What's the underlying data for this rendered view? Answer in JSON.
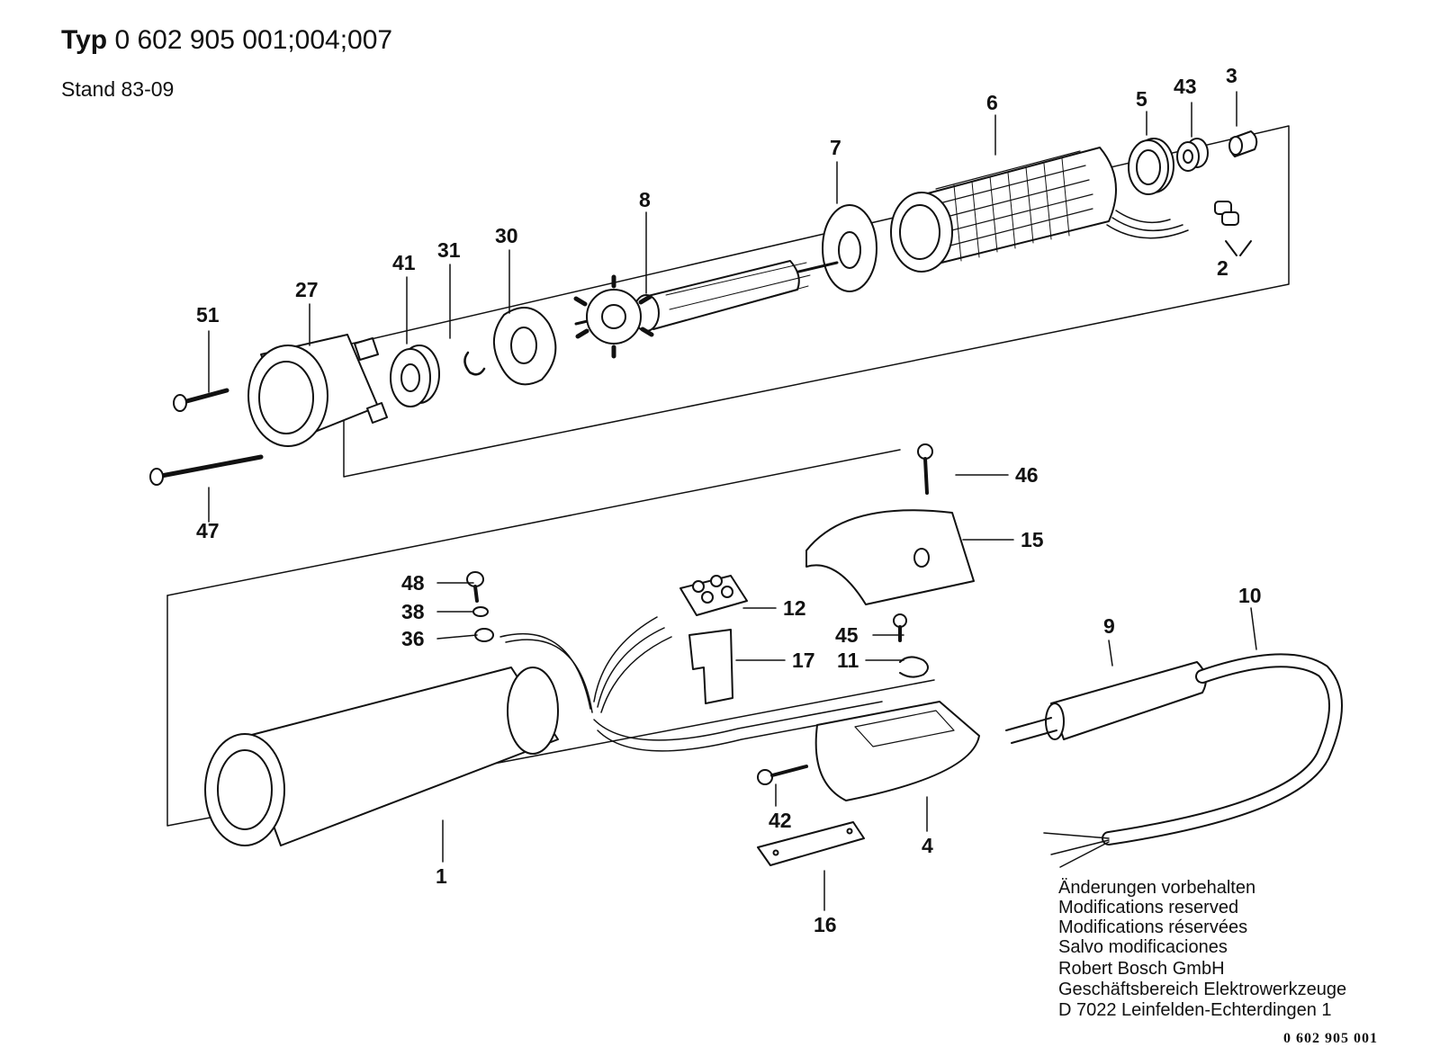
{
  "header": {
    "typ_label": "Typ",
    "typ_number": "0 602 905",
    "typ_variants": "001;004;007",
    "stand": "Stand  83-09"
  },
  "parts": [
    "1",
    "2",
    "3",
    "4",
    "5",
    "6",
    "7",
    "8",
    "9",
    "10",
    "11",
    "12",
    "15",
    "16",
    "17",
    "27",
    "30",
    "31",
    "36",
    "38",
    "41",
    "42",
    "43",
    "45",
    "46",
    "47",
    "48",
    "51"
  ],
  "notes": [
    "Änderungen vorbehalten",
    "Modifications reserved",
    "Modifications réservées",
    "Salvo modificaciones"
  ],
  "company": [
    "Robert Bosch GmbH",
    "Geschäftsbereich Elektrowerkzeuge",
    "D 7022 Leinfelden-Echterdingen 1"
  ],
  "document_number": "0 602 905 001"
}
